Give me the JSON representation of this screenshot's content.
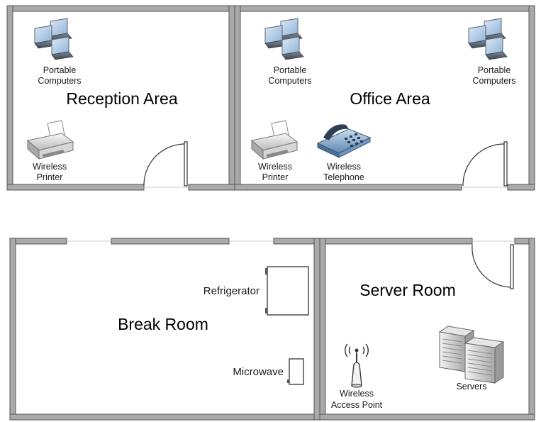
{
  "rooms": {
    "reception": {
      "title": "Reception Area"
    },
    "office": {
      "title": "Office Area"
    },
    "break": {
      "title": "Break Room"
    },
    "server": {
      "title": "Server Room"
    }
  },
  "devices": {
    "reception_computers": {
      "line1": "Portable",
      "line2": "Computers"
    },
    "reception_printer": {
      "line1": "Wireless",
      "line2": "Printer"
    },
    "office_computers_left": {
      "line1": "Portable",
      "line2": "Computers"
    },
    "office_computers_right": {
      "line1": "Portable",
      "line2": "Computers"
    },
    "office_printer": {
      "line1": "Wireless",
      "line2": "Printer"
    },
    "office_telephone": {
      "line1": "Wireless",
      "line2": "Telephone"
    },
    "refrigerator": {
      "label": "Refrigerator"
    },
    "microwave": {
      "label": "Microwave"
    },
    "access_point": {
      "line1": "Wireless",
      "line2": "Access Point"
    },
    "servers": {
      "label": "Servers"
    }
  },
  "colors": {
    "wall_fill": "#a9a9a9",
    "wall_stroke": "#555555",
    "device_blue": "#8fb8e0",
    "device_gray": "#cfcfcf"
  }
}
